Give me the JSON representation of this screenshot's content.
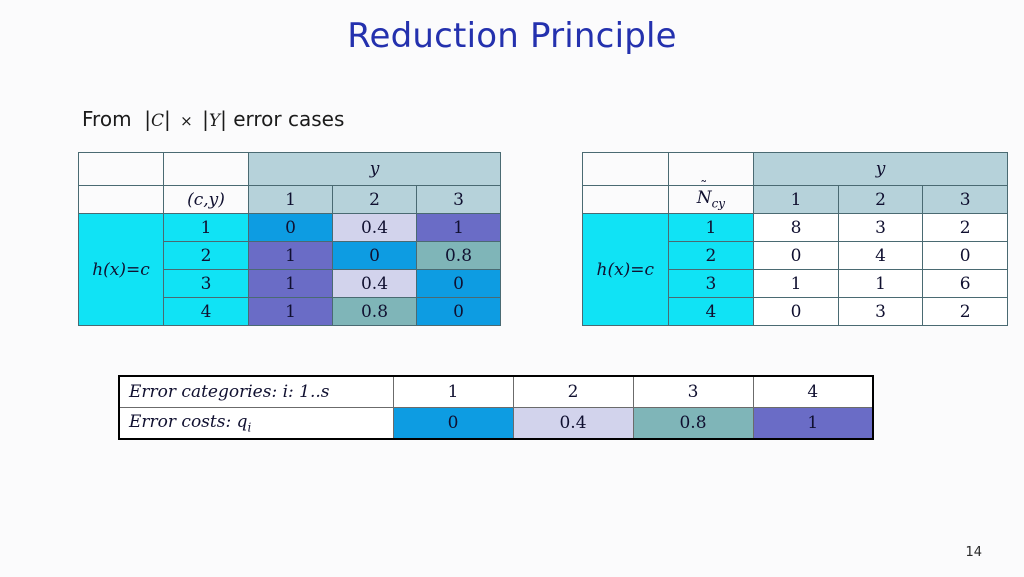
{
  "slide": {
    "title": "Reduction Principle",
    "page_number": "14",
    "title_color": "#2431ae",
    "background_color": "#fbfbfc"
  },
  "subtitle": {
    "prefix": "From",
    "set_c": "C",
    "times": "×",
    "set_y": "Y",
    "suffix": "error cases"
  },
  "palette": {
    "cyan": "#10e3f5",
    "header_blue_gray": "#b6d2da",
    "cost_0": "#0d9ce2",
    "cost_04": "#d2d3ec",
    "cost_08": "#7fb5b8",
    "cost_1": "#6a6cc6",
    "white": "#ffffff",
    "border": "#4a6a72"
  },
  "matrix_left": {
    "corner_label": "(c,y)",
    "side_label": "h(x)=c",
    "col_group_header": "y",
    "col_headers": [
      "1",
      "2",
      "3"
    ],
    "row_headers": [
      "1",
      "2",
      "3",
      "4"
    ],
    "cells": [
      [
        {
          "v": "0",
          "color": "c-blue"
        },
        {
          "v": "0.4",
          "color": "c-lav"
        },
        {
          "v": "1",
          "color": "c-purple"
        }
      ],
      [
        {
          "v": "1",
          "color": "c-purple"
        },
        {
          "v": "0",
          "color": "c-blue"
        },
        {
          "v": "0.8",
          "color": "c-teal"
        }
      ],
      [
        {
          "v": "1",
          "color": "c-purple"
        },
        {
          "v": "0.4",
          "color": "c-lav"
        },
        {
          "v": "0",
          "color": "c-blue"
        }
      ],
      [
        {
          "v": "1",
          "color": "c-purple"
        },
        {
          "v": "0.8",
          "color": "c-teal"
        },
        {
          "v": "0",
          "color": "c-blue"
        }
      ]
    ]
  },
  "matrix_right": {
    "corner_label_base": "N",
    "corner_label_tilde": "˜",
    "corner_label_sub": "cy",
    "side_label": "h(x)=c",
    "col_group_header": "y",
    "col_headers": [
      "1",
      "2",
      "3"
    ],
    "row_headers": [
      "1",
      "2",
      "3",
      "4"
    ],
    "cells": [
      [
        {
          "v": "8",
          "color": "c-white"
        },
        {
          "v": "3",
          "color": "c-white"
        },
        {
          "v": "2",
          "color": "c-white"
        }
      ],
      [
        {
          "v": "0",
          "color": "c-white"
        },
        {
          "v": "4",
          "color": "c-white"
        },
        {
          "v": "0",
          "color": "c-white"
        }
      ],
      [
        {
          "v": "1",
          "color": "c-white"
        },
        {
          "v": "1",
          "color": "c-white"
        },
        {
          "v": "6",
          "color": "c-white"
        }
      ],
      [
        {
          "v": "0",
          "color": "c-white"
        },
        {
          "v": "3",
          "color": "c-white"
        },
        {
          "v": "2",
          "color": "c-white"
        }
      ]
    ]
  },
  "cost_table": {
    "row1_label": "Error  categories: i: 1..s",
    "row2_label_prefix": "Error costs: ",
    "row2_label_var": "q",
    "row2_label_sub": "i",
    "categories": [
      "1",
      "2",
      "3",
      "4"
    ],
    "costs": [
      {
        "v": "0",
        "color": "c-blue"
      },
      {
        "v": "0.4",
        "color": "c-lav"
      },
      {
        "v": "0.8",
        "color": "c-teal"
      },
      {
        "v": "1",
        "color": "c-purple"
      }
    ]
  }
}
